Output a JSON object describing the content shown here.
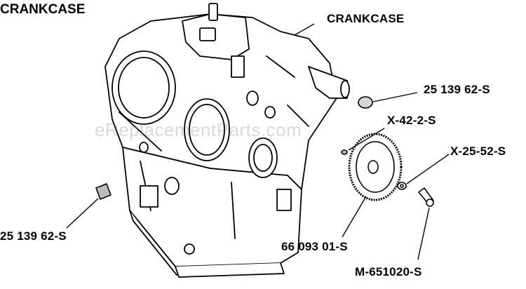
{
  "title": "CRANKCASE",
  "watermark": "eReplacementParts.com",
  "parts": {
    "crankcase": "CRANKCASE",
    "plug_right": "25 139 62-S",
    "pin": "X-42-2-S",
    "washer": "X-25-52-S",
    "plug_left": "25 139 62-S",
    "gear": "66 093 01-S",
    "screw": "M-651020-S"
  },
  "colors": {
    "ink": "#000000",
    "paper": "#ffffff",
    "watermark": "#8a8a8a"
  }
}
